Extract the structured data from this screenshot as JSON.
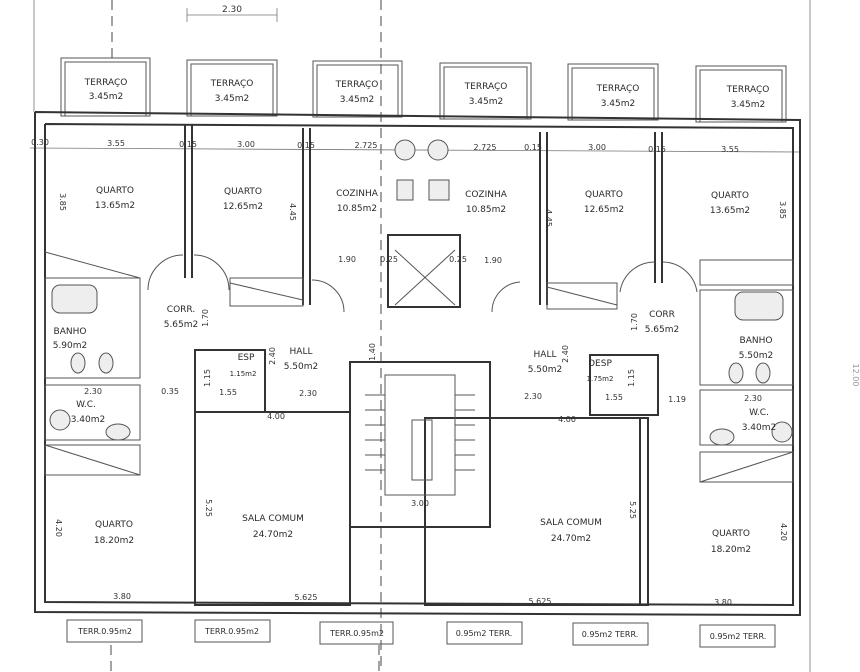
{
  "rooms": {
    "terraco_top": {
      "name": "TERRAÇO",
      "area": "3.45m2"
    },
    "quarto_l1": {
      "name": "QUARTO",
      "area": "13.65m2"
    },
    "quarto_l2": {
      "name": "QUARTO",
      "area": "12.65m2"
    },
    "cozinha_l": {
      "name": "COZINHA",
      "area": "10.85m2"
    },
    "cozinha_r": {
      "name": "COZINHA",
      "area": "10.85m2"
    },
    "quarto_r2": {
      "name": "QUARTO",
      "area": "12.65m2"
    },
    "quarto_r1": {
      "name": "QUARTO",
      "area": "13.65m2"
    },
    "corr_l": {
      "name": "CORR.",
      "area": "5.65m2"
    },
    "corr_r": {
      "name": "CORR",
      "area": "5.65m2"
    },
    "banho_l": {
      "name": "BANHO",
      "area": "5.90m2"
    },
    "banho_r": {
      "name": "BANHO",
      "area": "5.50m2"
    },
    "hall_l": {
      "name": "HALL",
      "area": "5.50m2"
    },
    "hall_r": {
      "name": "HALL",
      "area": "5.50m2"
    },
    "esp_l": {
      "name": "ESP",
      "area": "1.15m2"
    },
    "desp_r": {
      "name": "DESP",
      "area": "1.75m2"
    },
    "wc_l": {
      "name": "W.C.",
      "area": "3.40m2"
    },
    "wc_r": {
      "name": "W.C.",
      "area": "3.40m2"
    },
    "sala_l": {
      "name": "SALA COMUM",
      "area": "24.70m2"
    },
    "sala_r": {
      "name": "SALA COMUM",
      "area": "24.70m2"
    },
    "quarto_l3": {
      "name": "QUARTO",
      "area": "18.20m2"
    },
    "quarto_r3": {
      "name": "QUARTO",
      "area": "18.20m2"
    }
  },
  "bottom_terraces": {
    "left": "TERR.0.95m2",
    "right": "0.95m2 TERR."
  },
  "dims": {
    "top_230": "2.30",
    "d030": "0.30",
    "d355": "3.55",
    "d015": "0.15",
    "d300": "3.00",
    "d2725": "2.725",
    "d385": "3.85",
    "d445": "4.45",
    "d190": "1.90",
    "d025": "0.25",
    "d170": "1.70",
    "d140": "1.40",
    "d240": "2.40",
    "d230": "2.30",
    "d035": "0.35",
    "d155": "1.55",
    "d115": "1.15",
    "d119": "1.19",
    "d400": "4.00",
    "d525": "5.25",
    "d420": "4.20",
    "d380": "3.80",
    "d5625": "5.625",
    "stairs_300": "3.00",
    "d1200": "12.00"
  }
}
